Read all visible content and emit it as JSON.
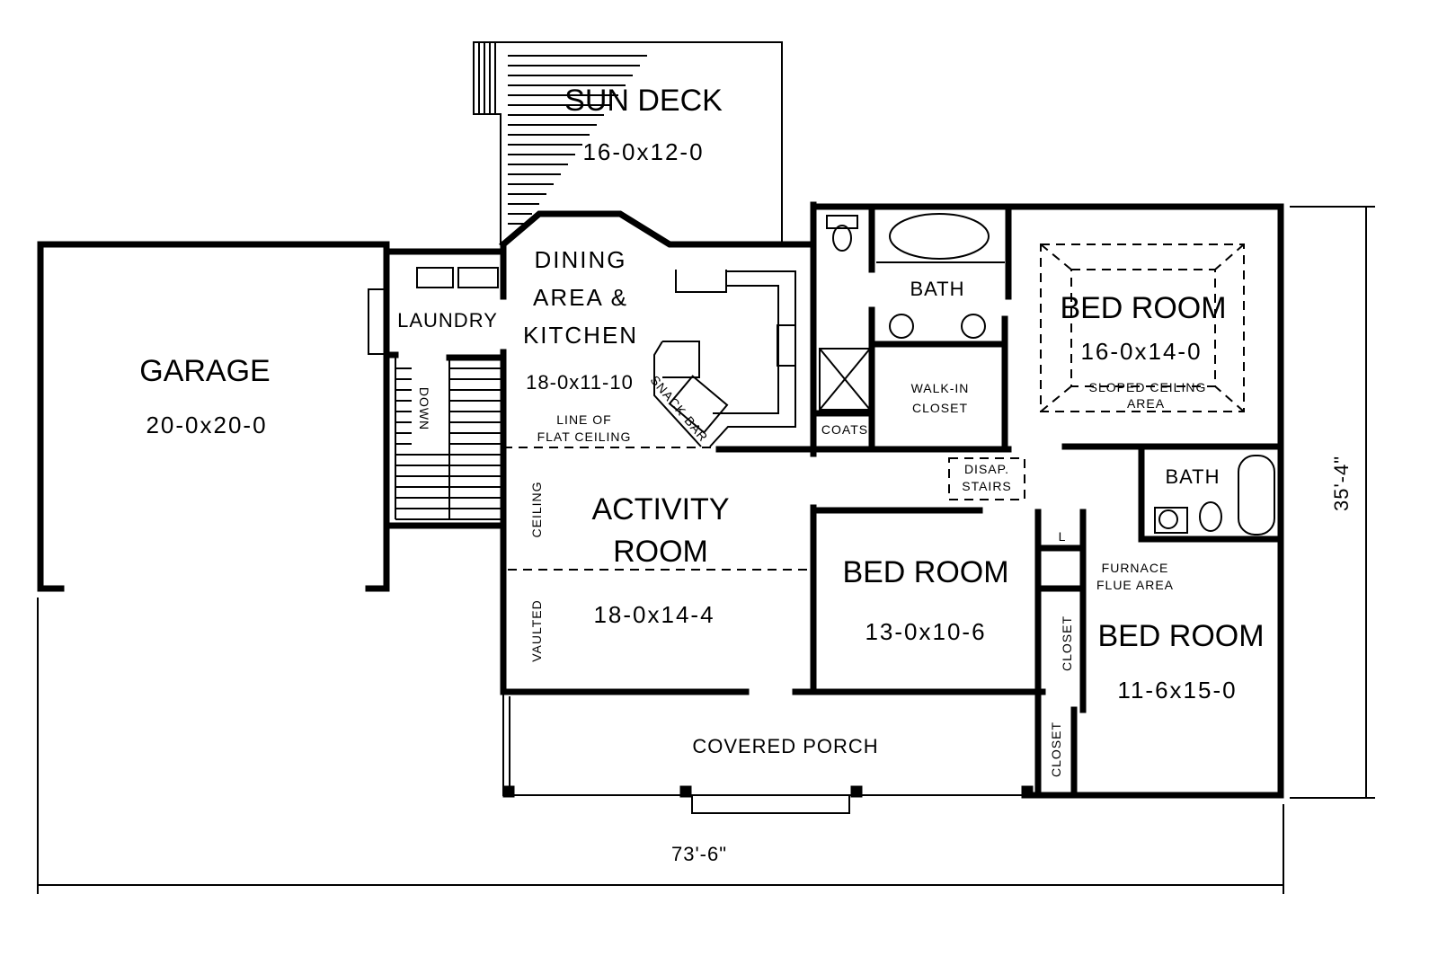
{
  "plan": {
    "rooms": {
      "sun_deck": {
        "name": "SUN DECK",
        "size": "16-0x12-0"
      },
      "garage": {
        "name": "GARAGE",
        "size": "20-0x20-0"
      },
      "laundry": {
        "name": "LAUNDRY"
      },
      "dining": {
        "name_1": "DINING",
        "name_2": "AREA &",
        "name_3": "KITCHEN",
        "size": "18-0x11-10"
      },
      "activity": {
        "name_1": "ACTIVITY",
        "name_2": "ROOM",
        "size": "18-0x14-4"
      },
      "master_bath": {
        "name": "BATH"
      },
      "walk_in": {
        "name_1": "WALK-IN",
        "name_2": "CLOSET"
      },
      "coats": {
        "name": "COATS"
      },
      "master_bed": {
        "name": "BED ROOM",
        "size": "16-0x14-0"
      },
      "bath2": {
        "name": "BATH"
      },
      "bed2": {
        "name": "BED ROOM",
        "size": "13-0x10-6"
      },
      "bed3": {
        "name": "BED ROOM",
        "size": "11-6x15-0"
      },
      "porch": {
        "name": "COVERED PORCH"
      },
      "closet_a": {
        "name": "CLOSET"
      },
      "closet_b": {
        "name": "CLOSET"
      }
    },
    "notes": {
      "stairs_down": "DOWN",
      "snack_bar": "SNACK-BAR",
      "flat_ceiling_1": "LINE OF",
      "flat_ceiling_2": "FLAT CEILING",
      "ceiling": "CEILING",
      "vaulted": "VAULTED",
      "disap_1": "DISAP.",
      "disap_2": "STAIRS",
      "sloped_1": "SLOPED CEILING",
      "sloped_2": "AREA",
      "furnace_1": "FURNACE",
      "furnace_2": "FLUE AREA",
      "linen": "L"
    },
    "dimensions": {
      "width": "73'-6\"",
      "depth": "35'-4\""
    }
  }
}
